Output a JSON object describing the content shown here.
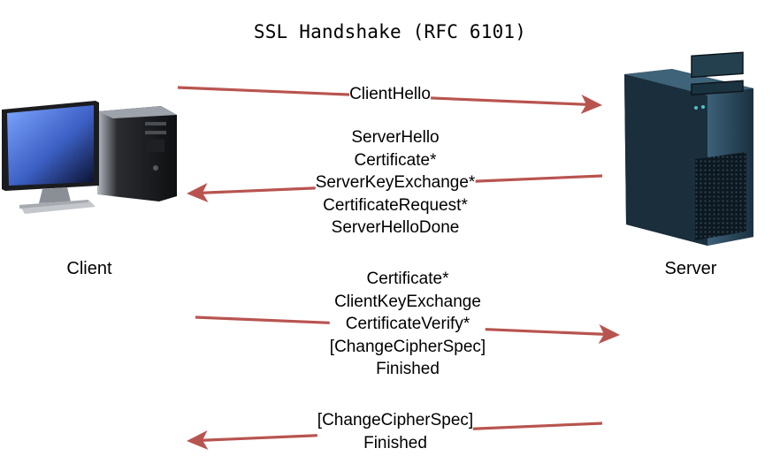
{
  "title": "SSL Handshake (RFC 6101)",
  "nodes": {
    "client": {
      "label": "Client"
    },
    "server": {
      "label": "Server"
    }
  },
  "colors": {
    "arrow": "#b85450",
    "server_body": "#1f3545",
    "monitor_screen": "#4a78d8"
  },
  "messages": [
    {
      "direction": "client-to-server",
      "lines": [
        "ClientHello"
      ]
    },
    {
      "direction": "server-to-client",
      "lines": [
        "ServerHello",
        "Certificate*",
        "ServerKeyExchange*",
        "CertificateRequest*",
        "ServerHelloDone"
      ]
    },
    {
      "direction": "client-to-server",
      "lines": [
        "Certificate*",
        "ClientKeyExchange",
        "CertificateVerify*",
        "[ChangeCipherSpec]",
        "Finished"
      ]
    },
    {
      "direction": "server-to-client",
      "lines": [
        "[ChangeCipherSpec]",
        "Finished"
      ]
    }
  ]
}
